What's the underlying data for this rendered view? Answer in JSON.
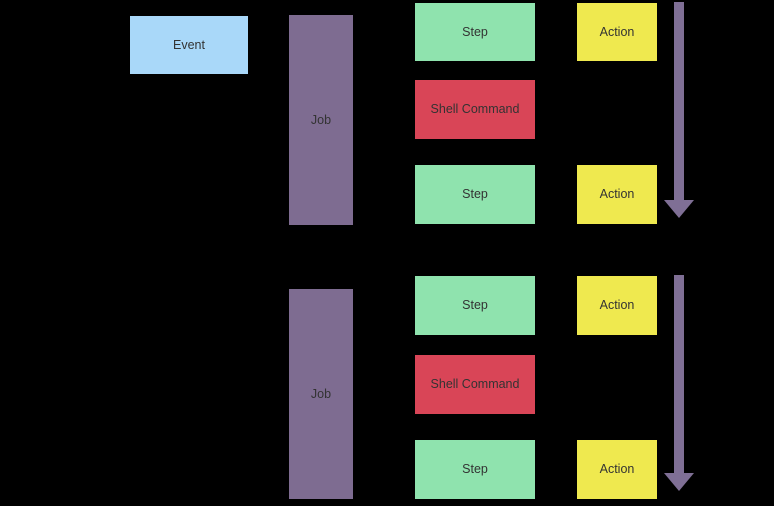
{
  "colors": {
    "background": "#000000",
    "event": "#a9d8f9",
    "job": "#7e6c91",
    "step": "#8fe3ae",
    "shell": "#d94557",
    "action": "#efe94f",
    "arrow": "#7f6f95",
    "text": "#333333"
  },
  "event": {
    "label": "Event"
  },
  "jobs": [
    {
      "label": "Job",
      "steps": [
        {
          "label": "Step"
        },
        {
          "label": "Shell Command"
        },
        {
          "label": "Step"
        }
      ],
      "actions": [
        {
          "label": "Action"
        },
        {
          "label": "Action"
        }
      ]
    },
    {
      "label": "Job",
      "steps": [
        {
          "label": "Step"
        },
        {
          "label": "Shell Command"
        },
        {
          "label": "Step"
        }
      ],
      "actions": [
        {
          "label": "Action"
        },
        {
          "label": "Action"
        }
      ]
    }
  ]
}
